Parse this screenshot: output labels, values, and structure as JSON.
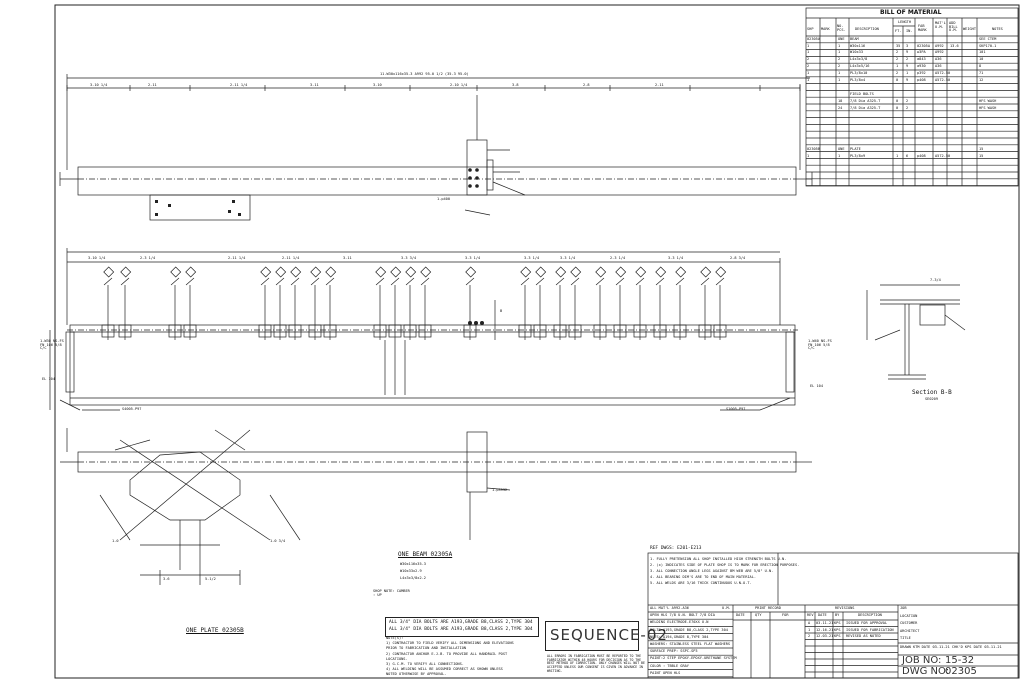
{
  "bom": {
    "title": "BILL OF MATERIAL",
    "headers": {
      "shp": "SHP",
      "mark": "MARK",
      "no_pcs": "NO. PCS.",
      "description": "DESCRIPTION",
      "length": "LENGTH",
      "ft": "FT.",
      "in": "IN.",
      "fab_mark": "FAB MARK",
      "mat": "MAT'L U.M.",
      "add_bill": "ADD BILL U.M.",
      "weight": "WEIGHT",
      "notes": "NOTES"
    },
    "rows": [
      {
        "shp": "02305A",
        "mark": "",
        "pcs": "ONE",
        "desc": "BEAM",
        "ft": "",
        "in": "",
        "fab": "",
        "mat": "",
        "add": "",
        "wt": "",
        "note": "SEE CTEM"
      },
      {
        "shp": "1",
        "mark": "",
        "pcs": "1",
        "desc": "W30x116",
        "ft": "35",
        "in": "3",
        "fab": "02305A",
        "mat": "A992",
        "add": "13-6",
        "wt": "",
        "note": "SKP170-1"
      },
      {
        "shp": "1",
        "mark": "",
        "pcs": "1",
        "desc": "W10x33",
        "ft": "2",
        "in": "9",
        "fab": "w3PA",
        "mat": "A992",
        "add": "",
        "wt": "",
        "note": "101"
      },
      {
        "shp": "2",
        "mark": "",
        "pcs": "2",
        "desc": "L4x3x3/8",
        "ft": "2",
        "in": "2",
        "fab": "a843",
        "mat": "A36",
        "add": "",
        "wt": "",
        "note": "10"
      },
      {
        "shp": "2",
        "mark": "",
        "pcs": "2",
        "desc": "L4x3x5/16",
        "ft": "1",
        "in": "9",
        "fab": "a930",
        "mat": "A36",
        "add": "",
        "wt": "",
        "note": "8"
      },
      {
        "shp": "1",
        "mark": "",
        "pcs": "1",
        "desc": "PL3/8x10",
        "ft": "2",
        "in": "1",
        "fab": "p392",
        "mat": "A572-50",
        "add": "",
        "wt": "",
        "note": "71"
      },
      {
        "shp": "1",
        "mark": "",
        "pcs": "1",
        "desc": "PL3/8x4",
        "ft": "0",
        "in": "9",
        "fab": "p408",
        "mat": "A572-50",
        "add": "",
        "wt": "",
        "note": "12"
      },
      {
        "shp": "",
        "mark": "",
        "pcs": "",
        "desc": "FIELD BOLTS",
        "ft": "",
        "in": "",
        "fab": "",
        "mat": "",
        "add": "",
        "wt": "",
        "note": ""
      },
      {
        "shp": "",
        "mark": "",
        "pcs": "18",
        "desc": "7/8 Dia A325-T",
        "ft": "0",
        "in": "2",
        "fab": "",
        "mat": "",
        "add": "",
        "wt": "",
        "note": "HFS WASH"
      },
      {
        "shp": "",
        "mark": "",
        "pcs": "24",
        "desc": "7/8 Dia A325-T",
        "ft": "0",
        "in": "2",
        "fab": "",
        "mat": "",
        "add": "",
        "wt": "",
        "note": "HFS WASH"
      },
      {
        "shp": "02305B",
        "mark": "",
        "pcs": "ONE",
        "desc": "PLATE",
        "ft": "",
        "in": "",
        "fab": "",
        "mat": "",
        "add": "",
        "wt": "",
        "note": "15"
      },
      {
        "shp": "1",
        "mark": "",
        "pcs": "1",
        "desc": "PL3/8x9",
        "ft": "1",
        "in": "6",
        "fab": "p408",
        "mat": "A572-50",
        "add": "",
        "wt": "",
        "note": "15"
      }
    ]
  },
  "drawing": {
    "top_overall_dim": "11-W30x116x35-3 A992 95-0 1/2 (35-3 95-0)",
    "top_dims": [
      "3-10 1/4",
      "2-11",
      "2-11 1/4",
      "3-11",
      "3-10",
      "2-10 1/4",
      "3-8",
      "2-8",
      "2-11"
    ],
    "mid_dims": [
      "3-10 1/4",
      "2-3 1/4",
      "2-11 1/4",
      "2-11 1/4",
      "3-11",
      "3-3 3/4",
      "3-3 1/4",
      "3-3 1/4",
      "3-3 1/4",
      "2-3 1/4",
      "3-3 1/4",
      "2-8 3/4"
    ],
    "left_callout": "1-W30 NS-FS FN 106 5/8 C/C",
    "right_callout": "1-W40 NS-FS FN 106 5/8 C/C",
    "left_elev": "EL 104",
    "right_elev": "EL 104",
    "bottom_left_tag": "S4005-P97",
    "bottom_right_tag": "S1005-P97",
    "top_plate_tag": "1-p400",
    "bottom_plate_tag": "1-p3932",
    "section_label": "Section B-B",
    "section_sub": "SE0209",
    "section_top_dim": "7-3/4",
    "section_cut": "B",
    "plate_dims": [
      "3-6",
      "5-1/2",
      "1-0",
      "1-0 3/4"
    ],
    "one_beam_title": "ONE BEAM 02305A",
    "one_beam_lines": [
      "W30x116x35-3",
      "W10x33x2-9",
      "L4x3x3/8x2-2"
    ],
    "shop_note": "SHOP NOTE: CAMBER : UP",
    "one_plate_title": "ONE PLATE 02305B",
    "bolts_line1": "ALL 3/4\" DIA BOLTS ARE A193,GRADE B8,CLASS 2,TYPE 304",
    "bolts_line2": "ALL 3/4\" DIA BOLTS ARE A193,GRADE B8,CLASS 2,TYPE 304",
    "notes_block": [
      "NOTE(S):",
      "1) CONTRACTOR TO FIELD VERIFY ALL DIMENSIONS AND ELEVATIONS",
      "   PRIOR TO FABRICATION AND INSTALLATION",
      "2) CONTRACTOR ANCHOR E.J.B. TO PROVIDE ALL HANDRAIL POST",
      "   LOCATIONS.",
      "3) G.C.M. TO VERIFY ALL CONNECTIONS.",
      "4) ALL WELDING WILL BE ASSUMED CORRECT AS SHOWN UNLESS",
      "   NOTED OTHERWISE BY APPROVAL."
    ],
    "sequence": "SEQUENCE-02"
  },
  "titleblock": {
    "ref_dwgs": "REF DWGS: E201-E213",
    "general_notes": [
      "1. FULLY PRETENSION ALL SHOP INSTALLED HIGH STRENGTH BOLTS U.N.",
      "2. (x) INDICATES SIDE OF PLATE SHOP IS TO MARK FOR ERECTION PURPOSES.",
      "3. ALL CONNECTION ANGLE LEGS AGAINST BM WEB ARE 5/8\" U.N.",
      "4. ALL BEARING DIM'S ARE TO END OF MAIN MATERIAL.",
      "5. ALL WELDS ARE 3/16 THICK CONTINUOUS U.N.O.T."
    ],
    "spec_rows": [
      "ALL MAT'L A992-A36",
      "OPEN HLS 7/8 U.N.   BOLT 7/8 DIA",
      "WELDING ELECTRODE-E70XX U.N",
      "BOLTS:A193,GRADE B8,CLASS 2,TYPE 304",
      "NUTS: A194,GRADE 8,TYPE 304",
      "WASHERS: STAINLESS STEEL FLAT WASHERS",
      "SURFACE PREP: SSPC-SP3",
      "PAINT:2 STEP EPOXY-EPOXY-URETHANE SYSTEM",
      "COLOR : TBBLE GRAY",
      "PAINT OPEN HLS"
    ],
    "spec_col_um": "U.M.",
    "print_record": "PRINT RECORD",
    "print_cols": [
      "DATE",
      "QTY",
      "FOR"
    ],
    "revisions": "REVISIONS",
    "rev_cols": [
      "REV",
      "DATE",
      "BY",
      "DESCRIPTION"
    ],
    "rev_rows": [
      {
        "rev": "A",
        "date": "03-11-21",
        "by": "KPS",
        "desc": "ISSUED FOR APPROVAL"
      },
      {
        "rev": "1",
        "date": "12-16-21",
        "by": "KPS",
        "desc": "ISSUED FOR FABRICATION"
      },
      {
        "rev": "2",
        "date": "12-03-21",
        "by": "KPS",
        "desc": "REVISED AS NOTED"
      }
    ],
    "job_fields": [
      "JOB",
      "LOCATION",
      "CUSTOMER",
      "ARCHITECT",
      "TITLE"
    ],
    "drawn_line": "DRAWN KTM  DATE 03-11-21 CHK'D KPS  DATE 03-11-21",
    "disclaimer": "ALL ERRORS IN FABRICATION MUST BE REPORTED TO THE FABRICATOR WITHIN 48 HOURS FOR DECISION AS TO THE BEST METHOD OF CORRECTION. ONLY CHANGES WILL NOT BE ACCEPTED UNLESS OUR CONSENT IS GIVEN IN ADVANCE IN WRITING.",
    "job_no_label": "JOB NO:",
    "job_no": "15-32",
    "dwg_no_label": "DWG NO:",
    "dwg_no": "02305"
  }
}
